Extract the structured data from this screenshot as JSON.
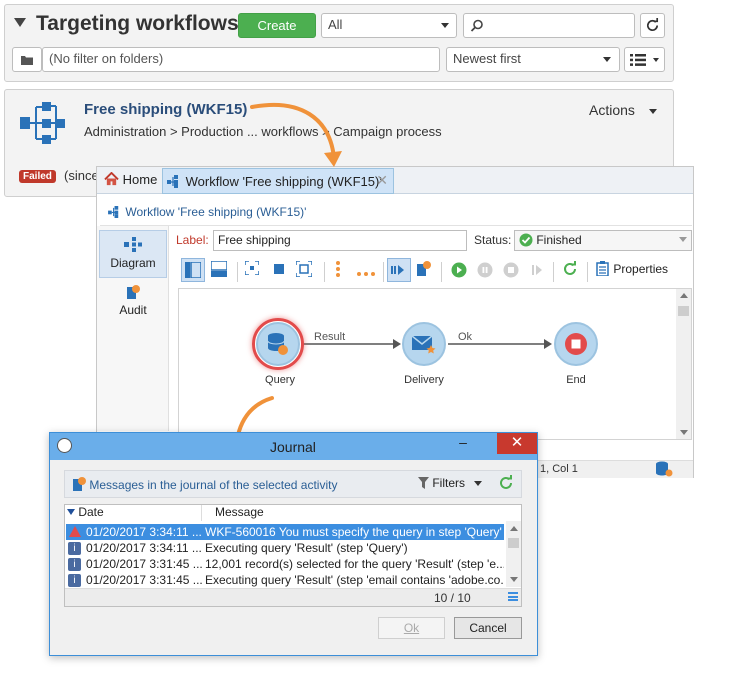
{
  "header": {
    "title": "Targeting workflows",
    "create_label": "Create",
    "filter_select": "All",
    "folder_filter_placeholder": "(No filter on folders)",
    "sort_select": "Newest first"
  },
  "workflow_card": {
    "title": "Free shipping (WKF15)",
    "breadcrumb": "Administration > Production ... workflows > Campaign process",
    "actions_label": "Actions",
    "status_badge": "Failed",
    "since_text": "(since"
  },
  "console": {
    "tab_home": "Home",
    "tab_workflow": "Workflow 'Free shipping (WKF15)'",
    "workflow_title": "Workflow 'Free shipping (WKF15)'",
    "side_diagram": "Diagram",
    "side_audit": "Audit",
    "label_caption": "Label:",
    "label_value": "Free shipping",
    "status_caption": "Status:",
    "status_value": "Finished",
    "properties_label": "Properties",
    "status_bar_text": "1, Col 1"
  },
  "diagram": {
    "nodes": [
      {
        "label": "Query"
      },
      {
        "label": "Delivery"
      },
      {
        "label": "End"
      }
    ],
    "transitions": [
      "Result",
      "Ok"
    ]
  },
  "journal": {
    "title": "Journal",
    "heading": "Messages in the journal of the selected activity",
    "filters_label": "Filters",
    "col_date": "Date",
    "col_message": "Message",
    "rows": [
      {
        "date": "01/20/2017 3:34:11 ...",
        "message": "WKF-560016 You must specify the query in step 'Query'",
        "type": "error"
      },
      {
        "date": "01/20/2017 3:34:11 ...",
        "message": "Executing query 'Result' (step 'Query')",
        "type": "info"
      },
      {
        "date": "01/20/2017 3:31:45 ...",
        "message": "12,001 record(s) selected for the query 'Result' (step 'e...",
        "type": "info"
      },
      {
        "date": "01/20/2017 3:31:45 ...",
        "message": "Executing query 'Result' (step 'email contains 'adobe.co...",
        "type": "info"
      }
    ],
    "pager": "10 / 10",
    "ok_label": "Ok",
    "cancel_label": "Cancel"
  },
  "colors": {
    "accent_blue": "#1f6bb5",
    "create_green": "#4caf50",
    "failed_red": "#c0392b",
    "arrow_orange": "#f0923a",
    "journal_frame": "#3d8fd8"
  }
}
